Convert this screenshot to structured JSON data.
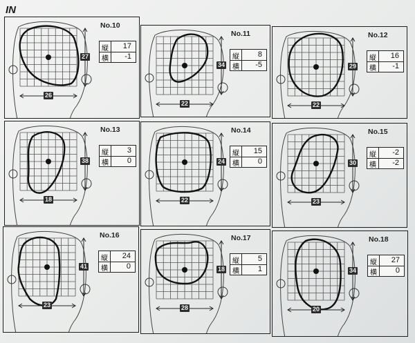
{
  "title": "IN",
  "labels": {
    "vertical": "縦",
    "horizontal": "横"
  },
  "holes": [
    {
      "no": "No.10",
      "depth": "27",
      "width": "26",
      "vertical": "17",
      "horizontal": "-1"
    },
    {
      "no": "No.11",
      "depth": "34",
      "width": "22",
      "vertical": "8",
      "horizontal": "-5"
    },
    {
      "no": "No.12",
      "depth": "29",
      "width": "22",
      "vertical": "16",
      "horizontal": "-1"
    },
    {
      "no": "No.13",
      "depth": "38",
      "width": "18",
      "vertical": "3",
      "horizontal": "0"
    },
    {
      "no": "No.14",
      "depth": "24",
      "width": "22",
      "vertical": "15",
      "horizontal": "0"
    },
    {
      "no": "No.15",
      "depth": "30",
      "width": "23",
      "vertical": "-2",
      "horizontal": "-2"
    },
    {
      "no": "No.16",
      "depth": "41",
      "width": "23",
      "vertical": "24",
      "horizontal": "0"
    },
    {
      "no": "No.17",
      "depth": "18",
      "width": "28",
      "vertical": "5",
      "horizontal": "1"
    },
    {
      "no": "No.18",
      "depth": "34",
      "width": "20",
      "vertical": "27",
      "horizontal": "0"
    }
  ]
}
